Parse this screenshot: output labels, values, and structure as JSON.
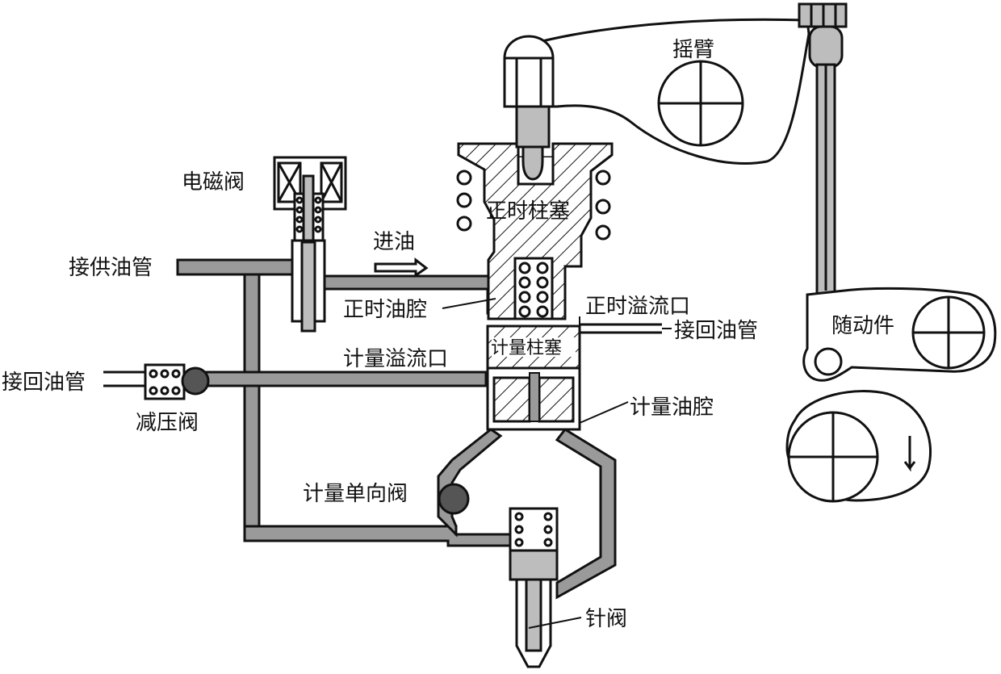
{
  "labels": {
    "solenoid_valve": "电磁阀",
    "fuel_supply_pipe": "接供油管",
    "fuel_in": "进油",
    "timing_plunger": "正时柱塞",
    "timing_chamber": "正时油腔",
    "timing_spill_port": "正时溢流口",
    "return_pipe_right": "接回油管",
    "metering_plunger": "计量柱塞",
    "metering_spill_port": "计量溢流口",
    "return_pipe_left": "接回油管",
    "pressure_reducing_valve": "减压阀",
    "metering_chamber": "计量油腔",
    "metering_check_valve": "计量单向阀",
    "needle_valve": "针阀",
    "rocker_arm": "摇臂",
    "follower": "随动件"
  }
}
